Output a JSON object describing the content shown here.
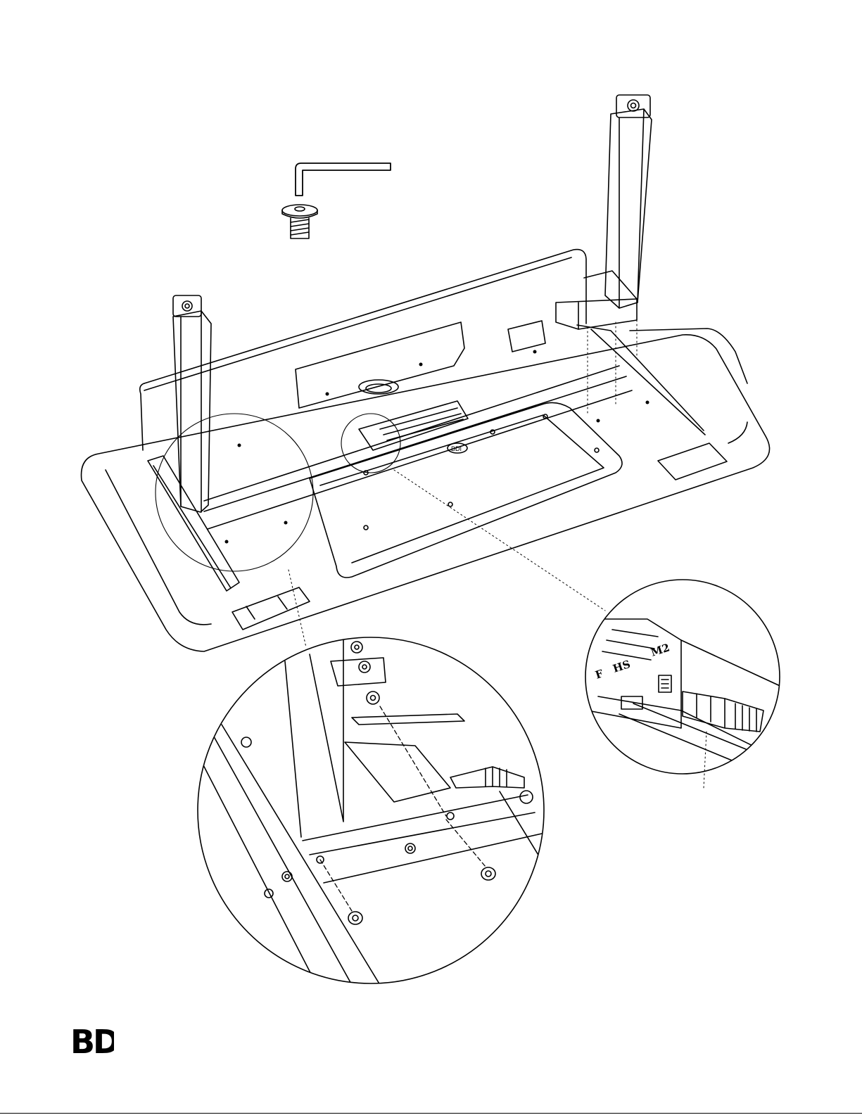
{
  "connector_labels": {
    "port_f": "F",
    "port_hs": "HS",
    "port_m2": "M2"
  },
  "control_box_mark": "BDI",
  "brand": {
    "logo_text": "BDi",
    "logo_color": "#000000"
  },
  "line_color": "#000000",
  "icons": {
    "hex_key": "allen-wrench-icon",
    "screw": "flat-head-screw-icon"
  }
}
